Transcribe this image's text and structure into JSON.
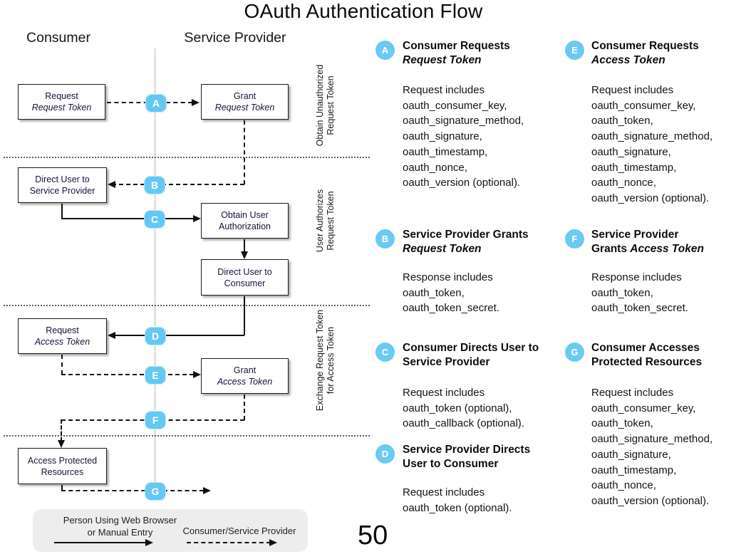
{
  "title": "OAuth Authentication Flow",
  "page_number": "50",
  "colors": {
    "badge_blue": "#64c9f2",
    "legend_icon_blue": "#6cc9f2",
    "box_border": "#1c1c1c",
    "swimlane_line_gray": "#e3e3e3",
    "key_background": "#ededed"
  },
  "diagram": {
    "column_headers": {
      "consumer": "Consumer",
      "service_provider": "Service Provider"
    },
    "boxes": {
      "request_request_token": {
        "line1": "Request",
        "line2": "Request Token"
      },
      "grant_request_token": {
        "line1": "Grant",
        "line2": "Request Token"
      },
      "direct_user_to_service_provider": {
        "line1": "Direct User to",
        "line2": "Service Provider"
      },
      "obtain_user_authorization": {
        "line1": "Obtain User",
        "line2": "Authorization"
      },
      "direct_user_to_consumer": {
        "line1": "Direct User to",
        "line2": "Consumer"
      },
      "request_access_token": {
        "line1": "Request",
        "line2": "Access Token"
      },
      "grant_access_token": {
        "line1": "Grant",
        "line2": "Access Token"
      },
      "access_protected_resources": {
        "line1": "Access Protected",
        "line2": "Resources"
      }
    },
    "badges": {
      "a": "A",
      "b": "B",
      "c": "C",
      "d": "D",
      "e": "E",
      "f": "F",
      "g": "G"
    },
    "phases": {
      "phase1": {
        "line1": "Obtain Unauthorized",
        "line2": "Request Token"
      },
      "phase2": {
        "line1": "User Authorizes",
        "line2": "Request Token"
      },
      "phase3": {
        "line1": "Exchange Request Token",
        "line2": "for Access Token"
      }
    },
    "key": {
      "solid_line1": "Person Using Web Browser",
      "solid_line2": "or Manual Entry",
      "dashed_line1": "Consumer/Service Provider"
    }
  },
  "legend": {
    "a": {
      "letter": "A",
      "title1": "Consumer Requests",
      "title2_italic": "Request Token",
      "body": [
        "Request includes",
        "oauth_consumer_key,",
        "oauth_signature_method,",
        "oauth_signature,",
        "oauth_timestamp,",
        "oauth_nonce,",
        "oauth_version (optional)."
      ]
    },
    "b": {
      "letter": "B",
      "title1": "Service Provider Grants",
      "title2_italic": "Request Token",
      "body": [
        "Response includes",
        "oauth_token,",
        "oauth_token_secret."
      ]
    },
    "c": {
      "letter": "C",
      "title1": "Consumer Directs User to",
      "title2": "Service Provider",
      "body": [
        "Request includes",
        "oauth_token (optional),",
        "oauth_callback (optional)."
      ]
    },
    "d": {
      "letter": "D",
      "title1": "Service Provider Directs",
      "title2": "User to Consumer",
      "body": [
        "Request includes",
        "oauth_token (optional)."
      ]
    },
    "e": {
      "letter": "E",
      "title1": "Consumer Requests",
      "title2_italic": "Access Token",
      "body": [
        "Request includes",
        "oauth_consumer_key,",
        "oauth_token,",
        "oauth_signature_method,",
        "oauth_signature,",
        "oauth_timestamp,",
        "oauth_nonce,",
        "oauth_version (optional)."
      ]
    },
    "f": {
      "letter": "F",
      "title1": "Service Provider",
      "title2_prefix": "Grants ",
      "title2_italic": "Access Token",
      "body": [
        "Response includes",
        "oauth_token,",
        "oauth_token_secret."
      ]
    },
    "g": {
      "letter": "G",
      "title1": "Consumer Accesses",
      "title2": "Protected Resources",
      "body": [
        "Request includes",
        "oauth_consumer_key,",
        "oauth_token,",
        "oauth_signature_method,",
        "oauth_signature,",
        "oauth_timestamp,",
        "oauth_nonce,",
        "oauth_version (optional)."
      ]
    }
  }
}
